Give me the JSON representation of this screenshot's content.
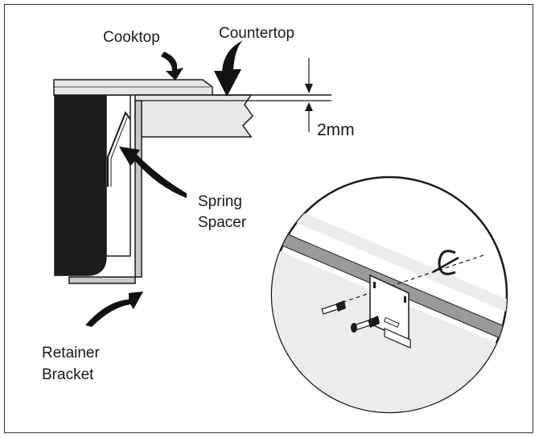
{
  "labels": {
    "cooktop": "Cooktop",
    "countertop": "Countertop",
    "gap": "2mm",
    "spring_spacer_line1": "Spring",
    "spring_spacer_line2": "Spacer",
    "retainer_bracket_line1": "Retainer",
    "retainer_bracket_line2": "Bracket"
  },
  "colors": {
    "outline": "#1a1a1a",
    "panel_fill": "#e6e6e6",
    "dark_body": "#1c1c1c",
    "cutout_fill": "#ececec",
    "edge_gray": "#9a9a9a"
  }
}
